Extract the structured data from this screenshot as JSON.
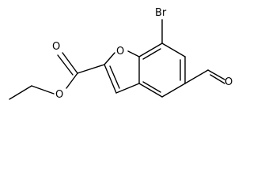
{
  "molecule": {
    "atoms": {
      "bromine": "Br",
      "furan_oxygen": "O",
      "carbonyl_oxygen": "O",
      "ester_oxygen": "O",
      "aldehyde_oxygen": "O"
    }
  }
}
